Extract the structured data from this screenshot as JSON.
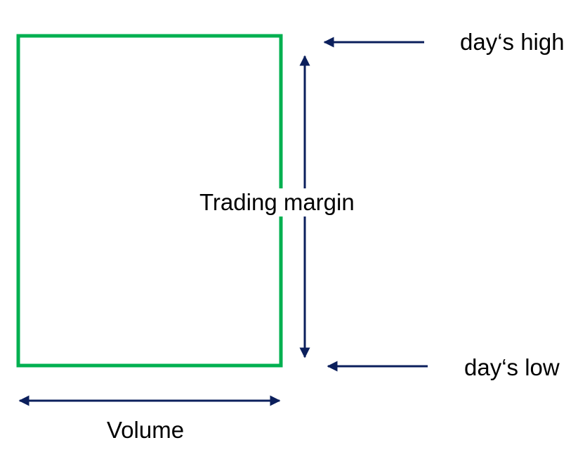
{
  "labels": {
    "day_high": "day‘s high",
    "day_low": "day‘s low",
    "trading_margin": "Trading margin",
    "volume": "Volume"
  },
  "colors": {
    "box_stroke": "#00b050",
    "arrow": "#0b1f5c",
    "text": "#000000",
    "background": "#ffffff"
  }
}
